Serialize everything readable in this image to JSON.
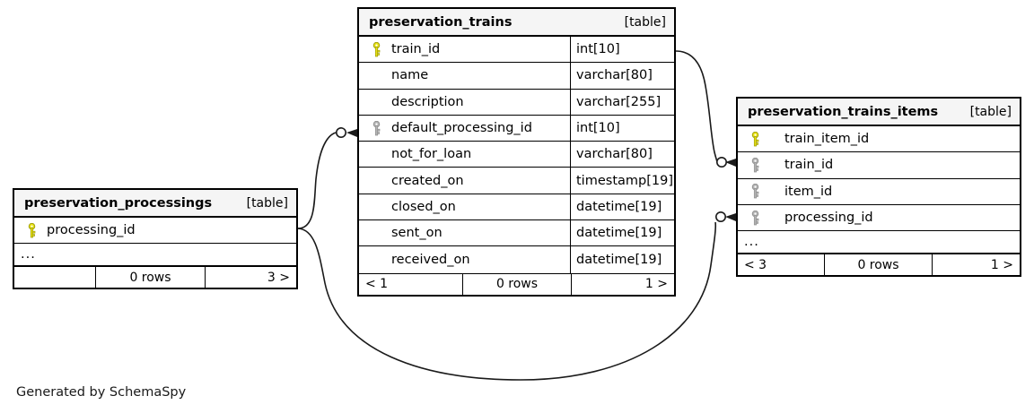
{
  "diagram": {
    "caption": "Generated by SchemaSpy",
    "table_tag": "[table]",
    "ellipsis": "...",
    "colors": {
      "primary_key": "#e8e213",
      "foreign_key": "#b5b5b5",
      "header_bg": "#f5f5f5",
      "border": "#000000",
      "edge": "#1a1a1a"
    }
  },
  "tables": {
    "preservation_processings": {
      "title": "preservation_processings",
      "tag": "[table]",
      "columns": [
        {
          "key": "pk",
          "name": "processing_id",
          "type": ""
        }
      ],
      "has_ellipsis": true,
      "footer": {
        "prev": "",
        "rows": "0 rows",
        "next": "3 >"
      }
    },
    "preservation_trains": {
      "title": "preservation_trains",
      "tag": "[table]",
      "columns": [
        {
          "key": "pk",
          "name": "train_id",
          "type": "int[10]"
        },
        {
          "key": "none",
          "name": "name",
          "type": "varchar[80]"
        },
        {
          "key": "none",
          "name": "description",
          "type": "varchar[255]"
        },
        {
          "key": "fk",
          "name": "default_processing_id",
          "type": "int[10]"
        },
        {
          "key": "none",
          "name": "not_for_loan",
          "type": "varchar[80]"
        },
        {
          "key": "none",
          "name": "created_on",
          "type": "timestamp[19]"
        },
        {
          "key": "none",
          "name": "closed_on",
          "type": "datetime[19]"
        },
        {
          "key": "none",
          "name": "sent_on",
          "type": "datetime[19]"
        },
        {
          "key": "none",
          "name": "received_on",
          "type": "datetime[19]"
        }
      ],
      "has_ellipsis": false,
      "footer": {
        "prev": "< 1",
        "rows": "0 rows",
        "next": "1 >"
      }
    },
    "preservation_trains_items": {
      "title": "preservation_trains_items",
      "tag": "[table]",
      "columns": [
        {
          "key": "pk",
          "name": "train_item_id",
          "type": ""
        },
        {
          "key": "fk",
          "name": "train_id",
          "type": ""
        },
        {
          "key": "fk",
          "name": "item_id",
          "type": ""
        },
        {
          "key": "fk",
          "name": "processing_id",
          "type": ""
        }
      ],
      "has_ellipsis": true,
      "footer": {
        "prev": "< 3",
        "rows": "0 rows",
        "next": "1 >"
      }
    }
  },
  "relationships": [
    {
      "name": "processings-to-trains-default-processing",
      "from": "preservation_processings.processing_id",
      "to": "preservation_trains.default_processing_id"
    },
    {
      "name": "processings-to-trains-items-processing",
      "from": "preservation_processings.processing_id",
      "to": "preservation_trains_items.processing_id"
    },
    {
      "name": "trains-to-trains-items-train",
      "from": "preservation_trains.train_id",
      "to": "preservation_trains_items.train_id"
    }
  ]
}
